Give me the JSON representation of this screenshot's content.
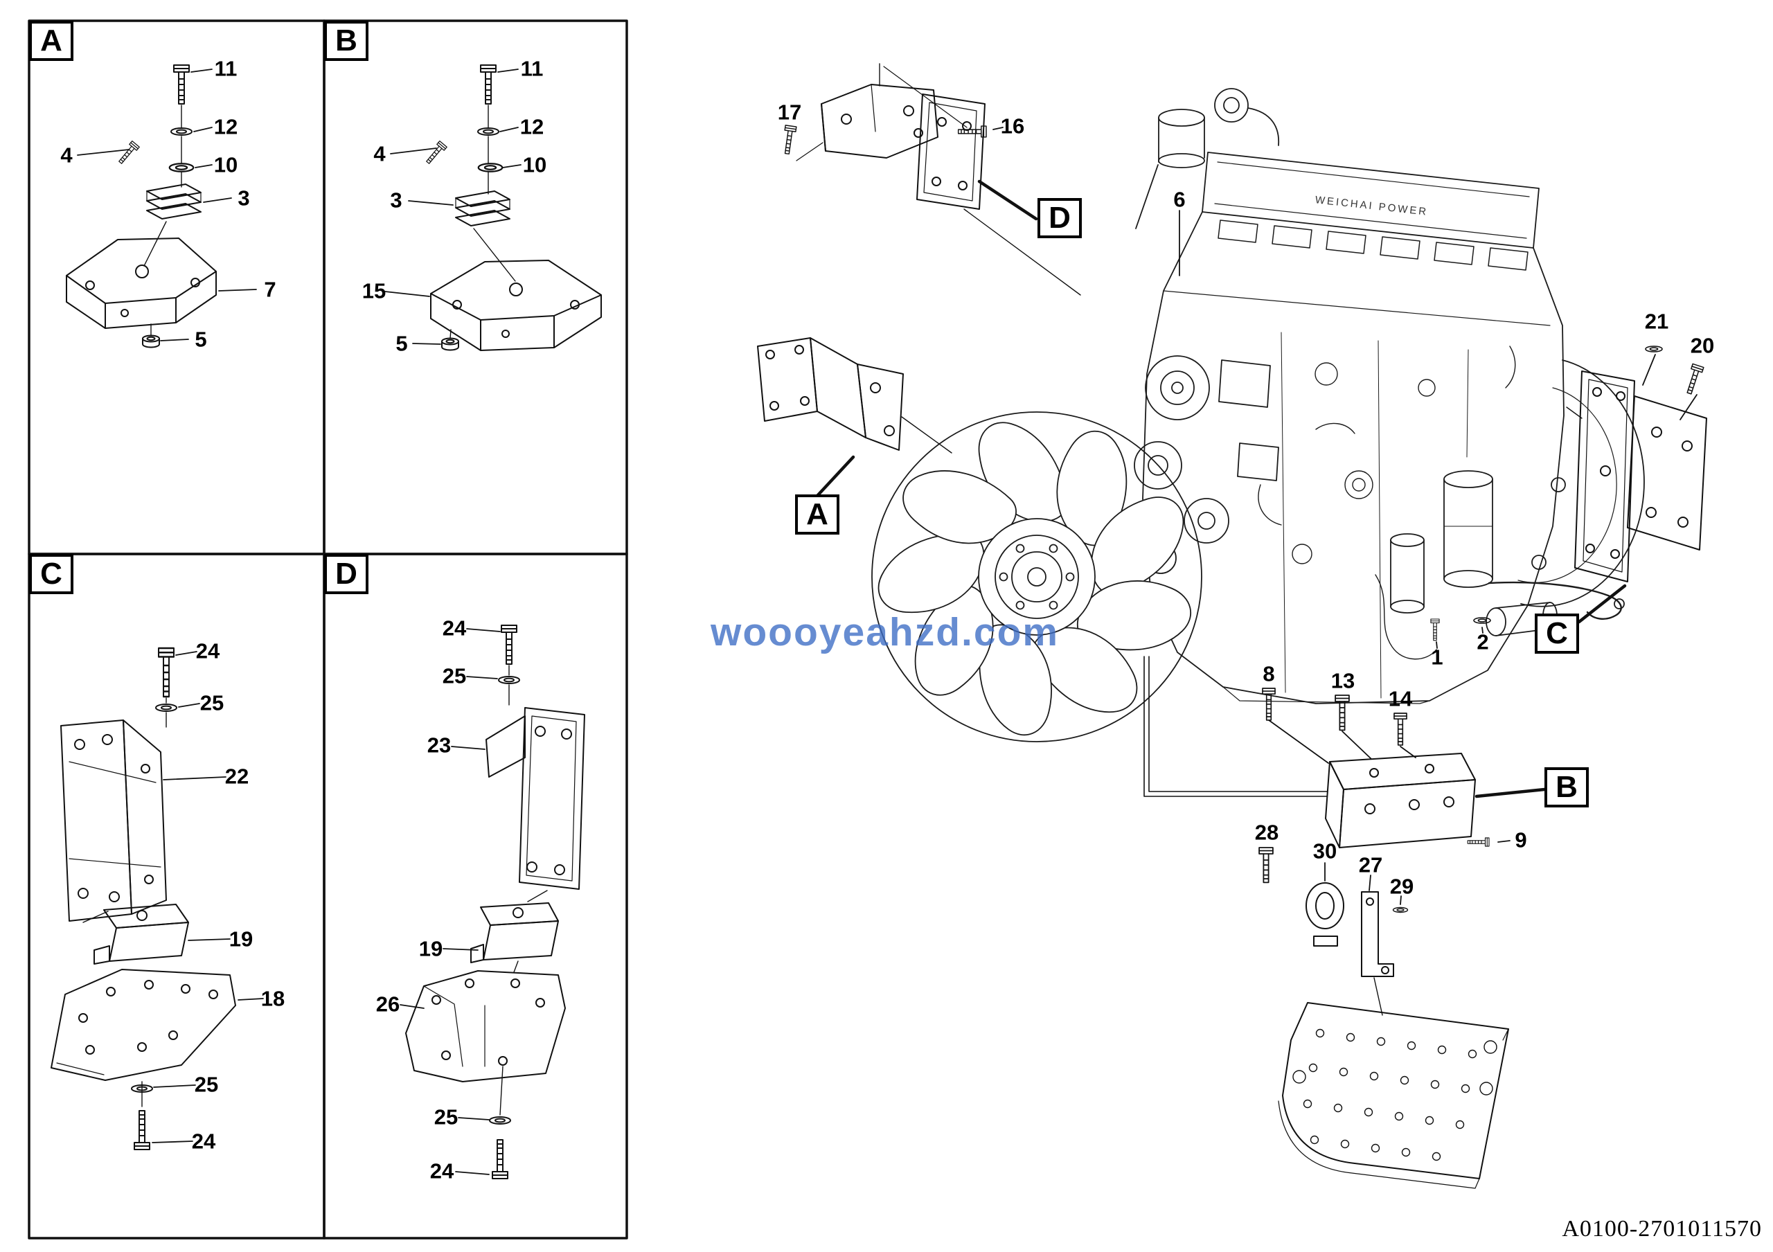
{
  "panels": {
    "a": {
      "letter": "A",
      "c11": "11",
      "c12": "12",
      "c4": "4",
      "c10": "10",
      "c3": "3",
      "c7": "7",
      "c5": "5"
    },
    "b": {
      "letter": "B",
      "c11": "11",
      "c12": "12",
      "c4": "4",
      "c10": "10",
      "c3": "3",
      "c15": "15",
      "c5": "5"
    },
    "c": {
      "letter": "C",
      "c24_top": "24",
      "c25_top": "25",
      "c22": "22",
      "c19": "19",
      "c18": "18",
      "c25_bottom": "25",
      "c24_bottom": "24"
    },
    "d": {
      "letter": "D",
      "c24_top": "24",
      "c25_top": "25",
      "c23": "23",
      "c19": "19",
      "c26": "26",
      "c25_bottom": "25",
      "c24_bottom": "24"
    }
  },
  "main": {
    "box_a": "A",
    "box_b": "B",
    "box_c": "C",
    "box_d": "D",
    "c1": "1",
    "c2": "2",
    "c6": "6",
    "c8": "8",
    "c9": "9",
    "c13": "13",
    "c14": "14",
    "c16": "16",
    "c17": "17",
    "c20": "20",
    "c21": "21",
    "c27": "27",
    "c28": "28",
    "c29": "29",
    "c30": "30"
  },
  "engine": {
    "brand": "WEICHAI POWER"
  },
  "watermark": "woooyeahzd.com",
  "drawing_number": "A0100-2701011570"
}
